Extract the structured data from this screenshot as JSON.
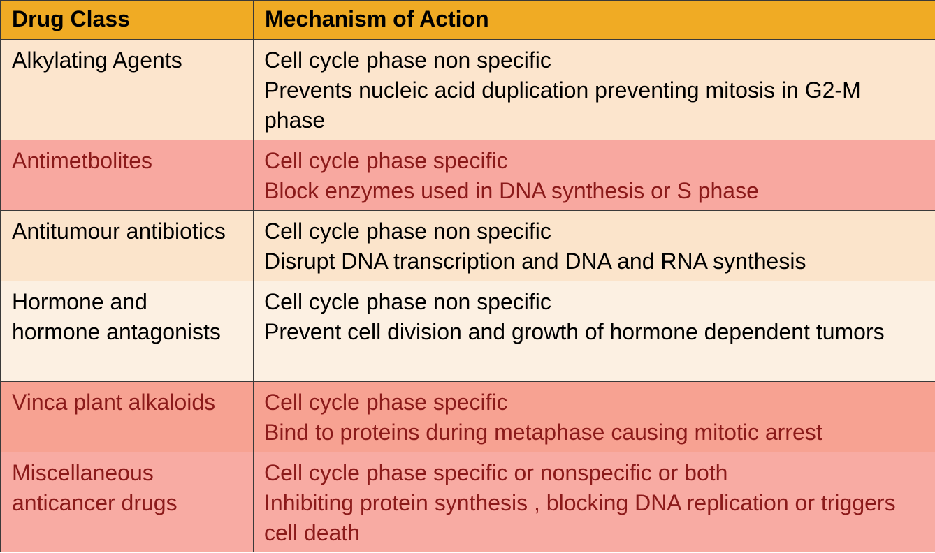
{
  "table": {
    "headers": [
      "Drug Class",
      "Mechanism of Action"
    ],
    "rows": [
      {
        "drug_class": "Alkylating Agents",
        "line1": "Cell cycle phase non specific",
        "line2": "Prevents nucleic acid duplication preventing mitosis in G2-M phase"
      },
      {
        "drug_class": "Antimetbolites",
        "line1": "Cell cycle phase specific",
        "line2": "Block enzymes used in DNA synthesis or S phase"
      },
      {
        "drug_class": "Antitumour antibiotics",
        "line1": "Cell cycle phase non specific",
        "line2": "Disrupt DNA transcription and DNA and RNA synthesis"
      },
      {
        "drug_class": "Hormone and hormone antagonists",
        "line1": "Cell cycle phase non specific",
        "line2": "Prevent cell division and growth of hormone dependent tumors"
      },
      {
        "drug_class": "Vinca plant alkaloids",
        "line1": "Cell cycle phase specific",
        "line2": "Bind to proteins during metaphase causing mitotic arrest"
      },
      {
        "drug_class": "Miscellaneous anticancer drugs",
        "line1": "Cell cycle phase specific or nonspecific or both",
        "line2": "Inhibiting protein synthesis , blocking DNA replication or triggers cell death"
      }
    ]
  },
  "colors": {
    "header": "#f0ab24",
    "row_light": "#fce5cd",
    "row_red": "#f8a8a0",
    "row_pale": "#fcf0e2",
    "row_salmon": "#f7a292",
    "red_text": "#8b1a1a"
  }
}
